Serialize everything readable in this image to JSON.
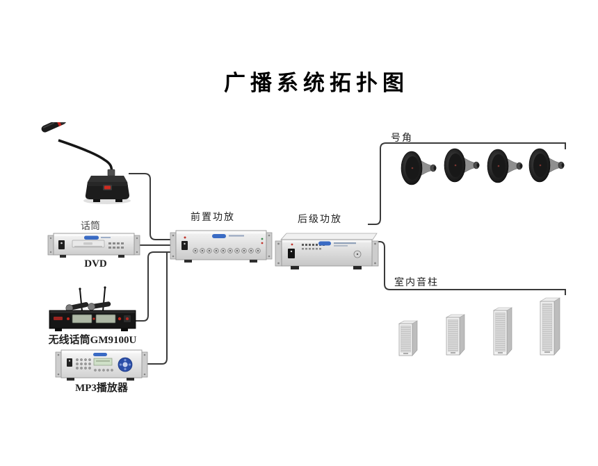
{
  "title": "广播系统拓扑图",
  "labels": {
    "mic": "话筒",
    "dvd": "DVD",
    "wireless_mic": "无线话筒GM9100U",
    "mp3": "MP3播放器",
    "preamp": "前置功放",
    "power_amp": "后级功放",
    "horns": "号角",
    "indoor_columns": "室内音柱"
  },
  "counts": {
    "horns": 4,
    "indoor_columns": 4
  },
  "colors": {
    "background": "#ffffff",
    "line": "#3a3a3a",
    "logo_blue": "#3a6bc4",
    "lcd_green": "#cfe0c8",
    "lcd_gray_green": "#aeb8a6",
    "accent_red": "#cc2a20",
    "rack_silver": "#e6e6e6",
    "unit_black": "#181818"
  }
}
